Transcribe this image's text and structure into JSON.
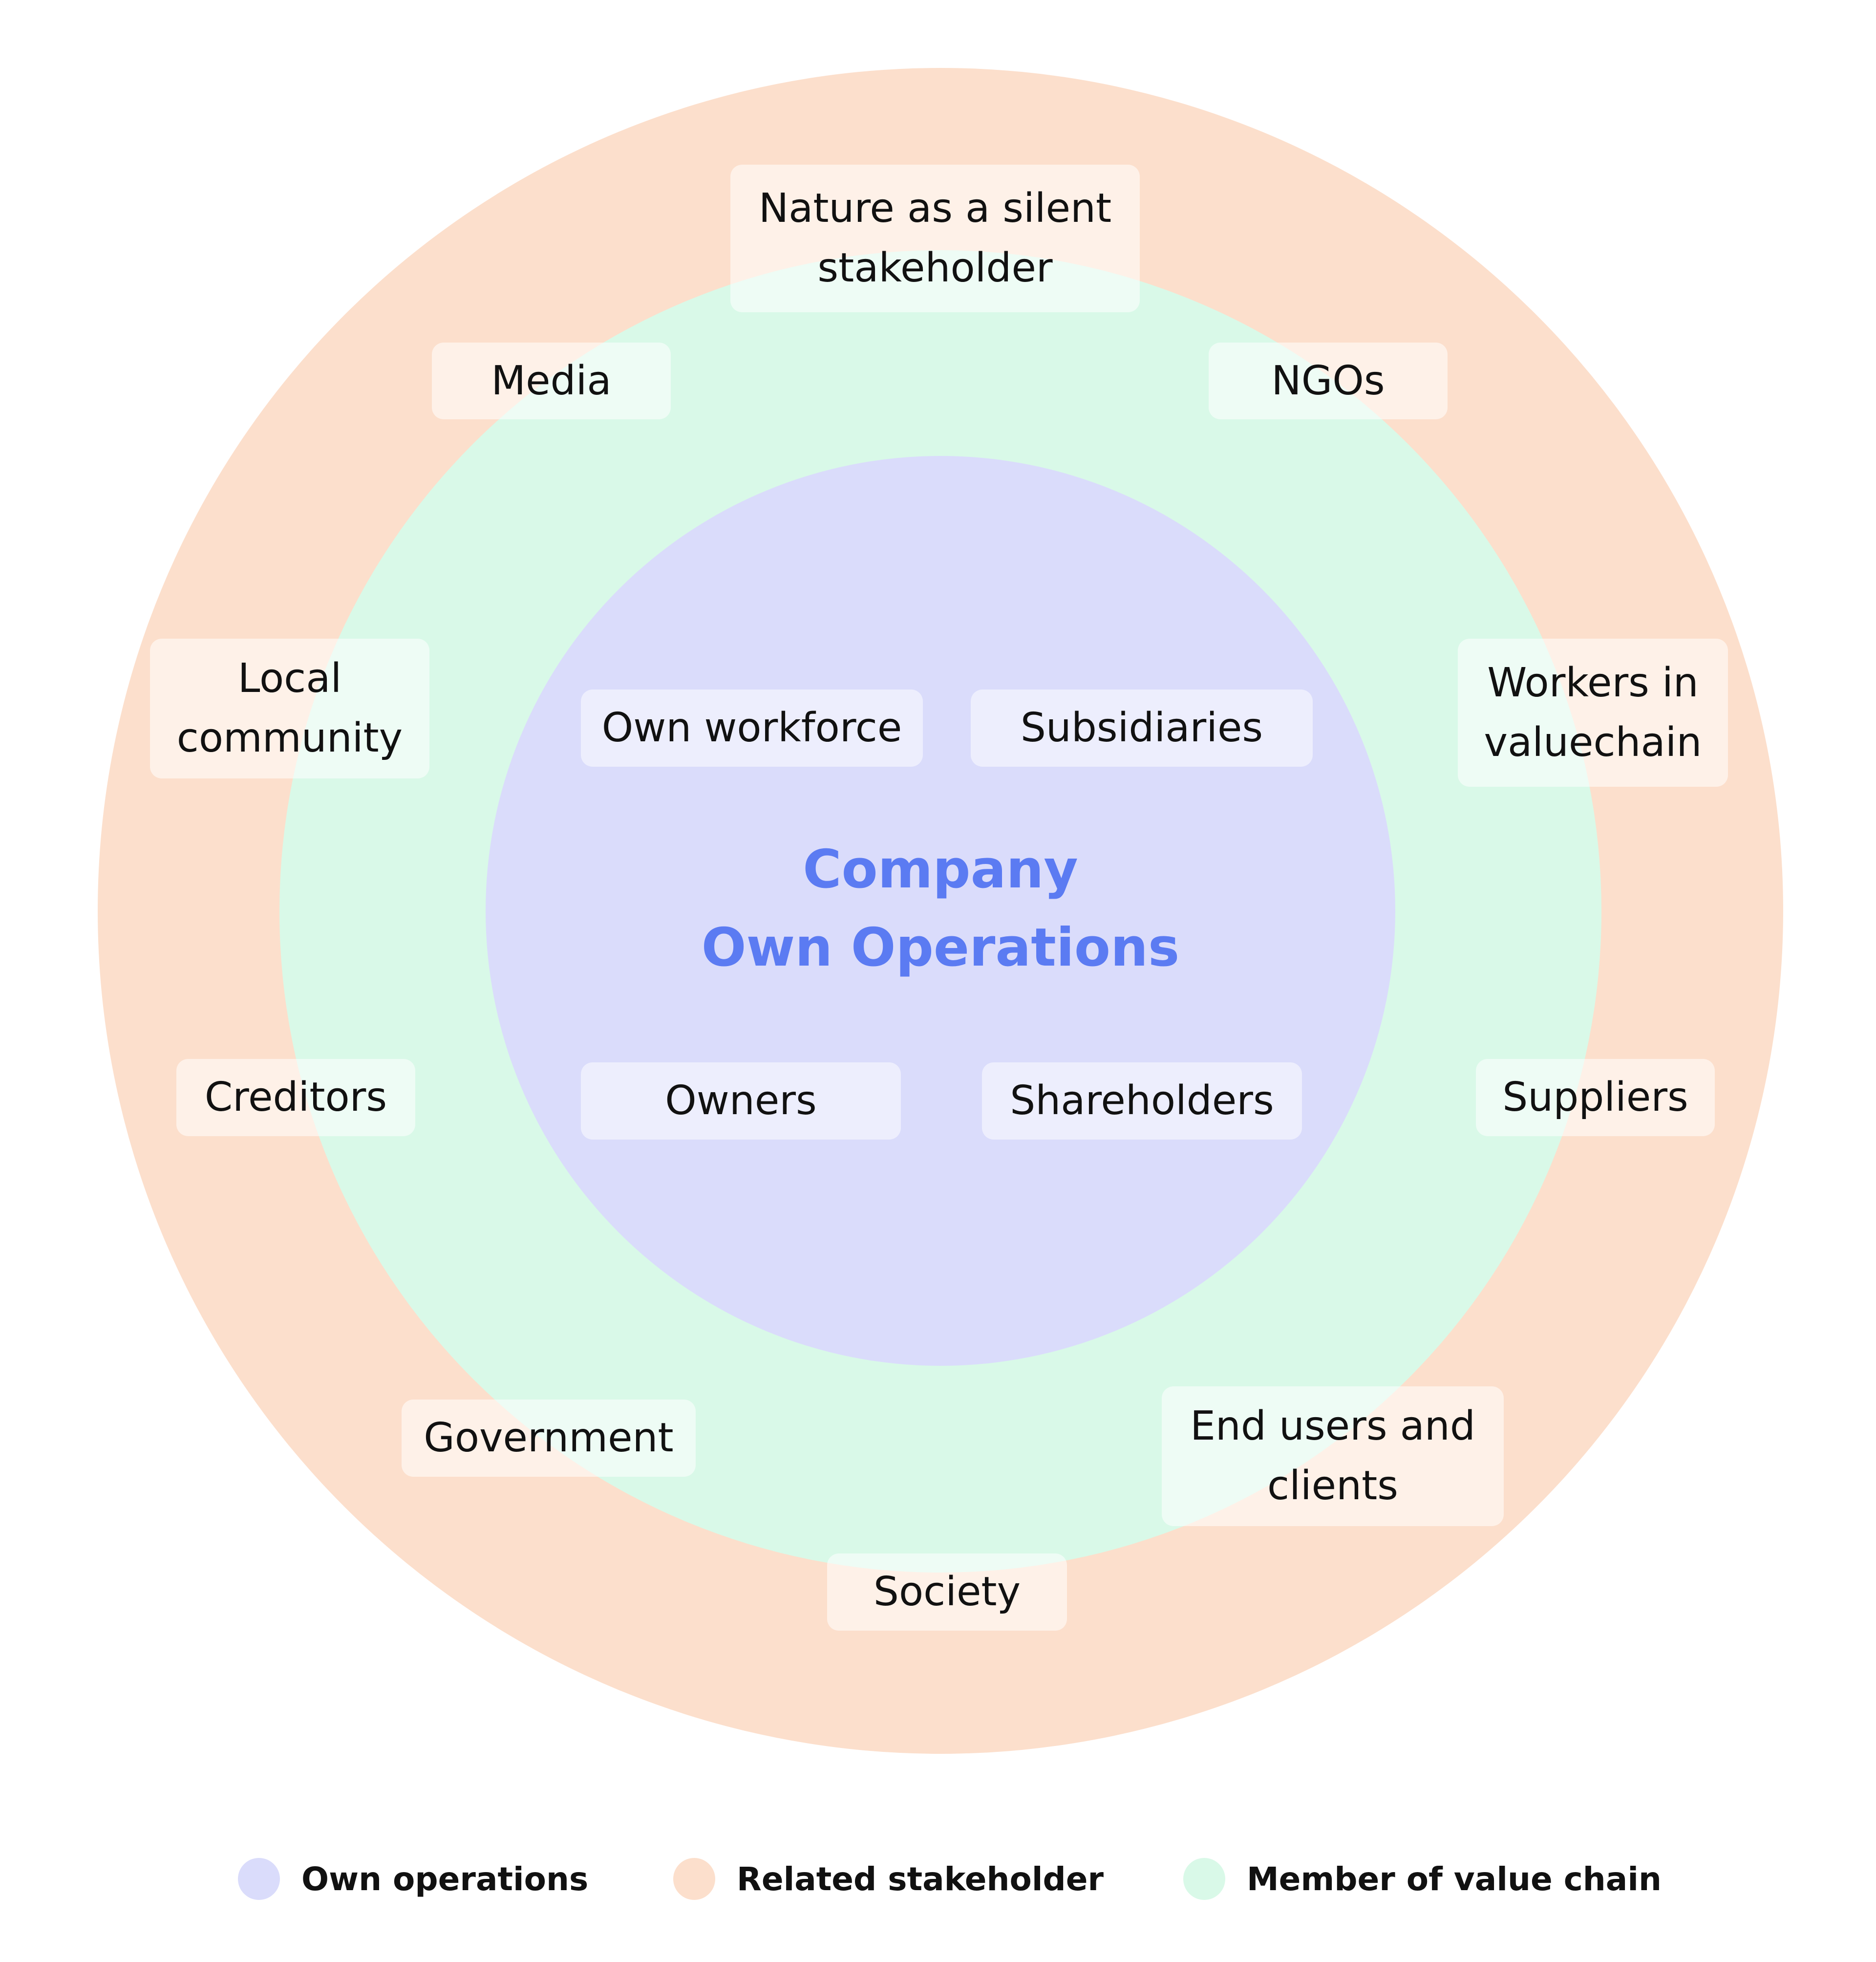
{
  "colors": {
    "own_operations": "#dadcfb",
    "related_stakeholder": "#fcdfcc",
    "value_chain": "#d9f9e8",
    "center_title": "#5b7bf2",
    "text": "#111111",
    "background": "#ffffff"
  },
  "center": {
    "line1": "Company",
    "line2": "Own Operations"
  },
  "own_operations_items": [
    "Own workforce",
    "Subsidiaries",
    "Owners",
    "Shareholders"
  ],
  "stakeholders": [
    "Nature as a silent stakeholder",
    "Media",
    "NGOs",
    "Local community",
    "Workers in valuechain",
    "Creditors",
    "Suppliers",
    "Government",
    "End users and clients",
    "Society"
  ],
  "legend": [
    {
      "label": "Own operations",
      "color": "#dadcfb"
    },
    {
      "label": "Related stakeholder",
      "color": "#fcdfcc"
    },
    {
      "label": "Member of value chain",
      "color": "#d9f9e8"
    }
  ]
}
